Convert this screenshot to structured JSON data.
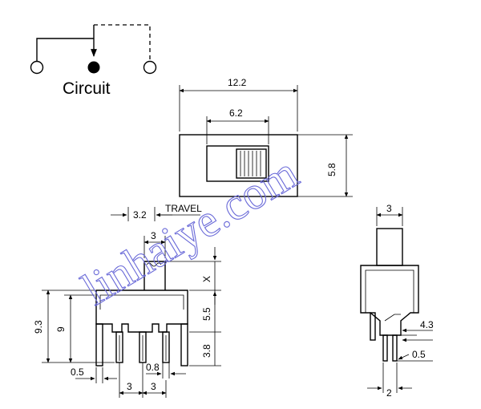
{
  "circuit": {
    "label": "Circuit"
  },
  "top_view": {
    "width_12_2": "12.2",
    "width_6_2": "6.2",
    "height_5_8": "5.8"
  },
  "side_view": {
    "dim_3_2": "3.2",
    "travel": "TRAVEL",
    "dim_3_actuator": "3",
    "x": "X",
    "dim_5_5": "5.5",
    "dim_3_8": "3.8",
    "dim_9_3": "9.3",
    "dim_9": "9",
    "dim_0_5": "0.5",
    "dim_0_8": "0.8",
    "pitch_left": "3",
    "pitch_right": "3"
  },
  "end_view": {
    "dim_3": "3",
    "dim_4_3": "4.3",
    "dim_0_5": "0.5",
    "dim_2": "2"
  },
  "watermark": "linhaiye.com"
}
